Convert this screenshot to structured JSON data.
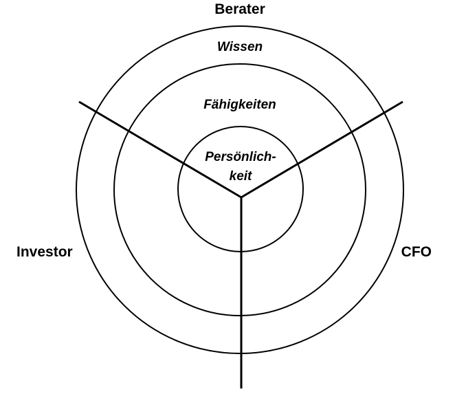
{
  "diagram": {
    "roles": {
      "top": "Berater",
      "left": "Investor",
      "right": "CFO"
    },
    "rings": {
      "outer": "Wissen",
      "middle": "Fähigkeiten",
      "inner_line1": "Persönlich-",
      "inner_line2": "keit"
    }
  }
}
